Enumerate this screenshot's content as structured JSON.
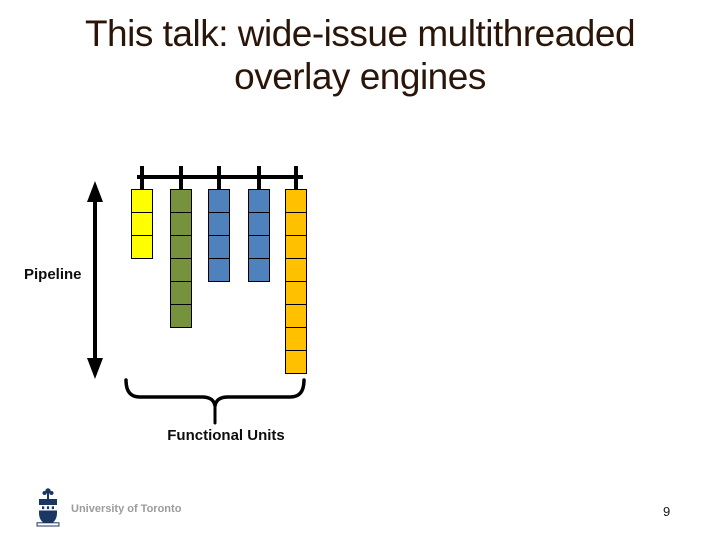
{
  "slide": {
    "background": "#FFFFFF",
    "page_number": "9"
  },
  "title": {
    "line1": "This talk: wide-issue multithreaded",
    "line2": "overlay engines",
    "color": "#2A1508"
  },
  "diagram": {
    "pipeline_label": "Pipeline",
    "functional_units_label": "Functional Units",
    "line_color": "#000000",
    "block_border_color": "#000000",
    "columns": [
      {
        "name": "functional-unit-1",
        "color": "#FFFF00",
        "blocks": 3
      },
      {
        "name": "functional-unit-2",
        "color": "#76923C",
        "blocks": 6
      },
      {
        "name": "functional-unit-3",
        "color": "#4F81BD",
        "blocks": 4
      },
      {
        "name": "functional-unit-4",
        "color": "#4F81BD",
        "blocks": 4
      },
      {
        "name": "functional-unit-5",
        "color": "#FFC000",
        "blocks": 8
      }
    ]
  },
  "footer": {
    "institution": "University of Toronto",
    "logo": "university-of-toronto-crest",
    "logo_color": "#1C3664",
    "text_color": "#9B9B9B"
  }
}
